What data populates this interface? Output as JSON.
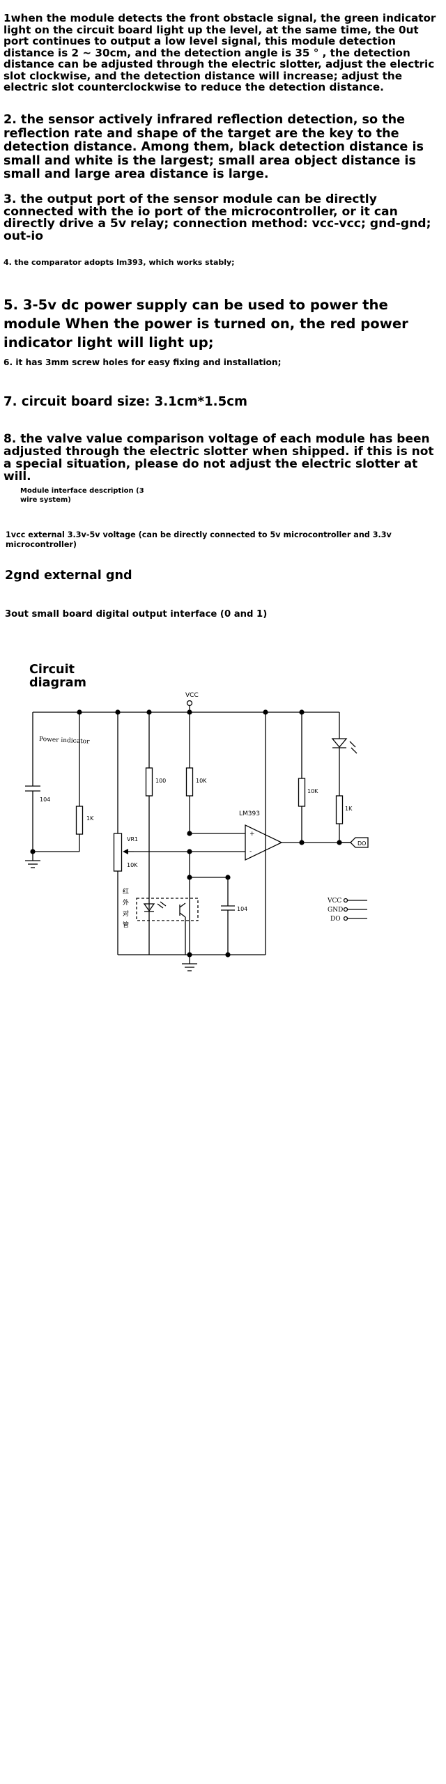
{
  "paragraphs": [
    "1when the module detects the front obstacle signal, the green indicator light on the circuit board light up the level, at the same time, the 0ut port continues to output a low level signal, this module detection distance is 2 ~ 30cm, and the detection angle is 35 ° , the detection distance can be adjusted through the electric slotter, adjust the electric slot clockwise, and the detection distance will increase; adjust the electric slot counterclockwise to reduce the detection distance.",
    "2. the sensor actively infrared reflection detection, so the reflection rate and shape of the target are the key to the detection distance. Among them, black detection distance is small and white is the largest; small area object distance is small and large area distance is large.",
    "3. the output port of the sensor module can be directly connected with the io port of the microcontroller, or it can directly drive a 5v relay; connection method: vcc-vcc; gnd-gnd; out-io",
    "4. the comparator adopts lm393, which works stably;",
    "5. 3-5v dc power supply can be used to power the module When the power is turned on, the red power indicator light will light up;",
    "6. it has 3mm screw holes for easy fixing and installation;",
    "7. circuit board size: 3.1cm*1.5cm",
    "8. the valve value comparison voltage of each module has been adjusted through the electric slotter when shipped. if this is not a special situation, please do not adjust the electric slotter at will.",
    "Module interface description (3 wire system)",
    "1vcc external 3.3v-5v voltage (can be directly connected to 5v microcontroller and 3.3v microcontroller)",
    "2gnd external gnd",
    "3out small board digital output interface (0 and 1)"
  ],
  "circuit": {
    "title": "Circuit diagram",
    "labels": {
      "vcc": "VCC",
      "power_indicator": "Power indicator",
      "c1": "104",
      "r_1k_left": "1K",
      "r_100": "100",
      "r_10k_mid": "10K",
      "chip": "LM393",
      "plus": "+",
      "minus": "-",
      "vr1": "VR1",
      "vr1_value": "10K",
      "r_10k_right": "10K",
      "r_1k_right": "1K",
      "output": "DO",
      "c2": "104",
      "ir_chars": [
        "红",
        "外",
        "对",
        "管"
      ],
      "pin_vcc": "VCC",
      "pin_gnd": "GND",
      "pin_do": "DO"
    }
  }
}
